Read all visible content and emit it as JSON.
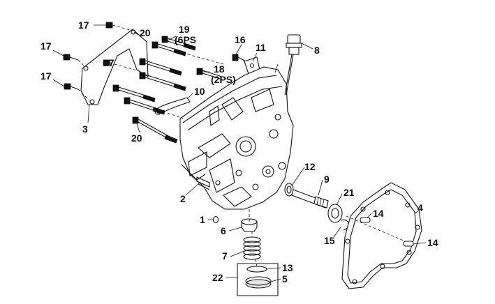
{
  "callouts": {
    "c1": "1",
    "c2": "2",
    "c3": "3",
    "c4": "4",
    "c5": "5",
    "c6": "6",
    "c7": "7",
    "c8": "8",
    "c9": "9",
    "c10": "10",
    "c11": "11",
    "c12": "12",
    "c13": "13",
    "c14a": "14",
    "c14b": "14",
    "c15": "15",
    "c16": "16",
    "c17a": "17",
    "c17b": "17",
    "c17c": "17",
    "c17d": "17",
    "c18": "18",
    "c18note": "(2PS)",
    "c19": "19",
    "c19note": "(6PS",
    "c20a": "20",
    "c20b": "20",
    "c21": "21",
    "c22": "22"
  }
}
